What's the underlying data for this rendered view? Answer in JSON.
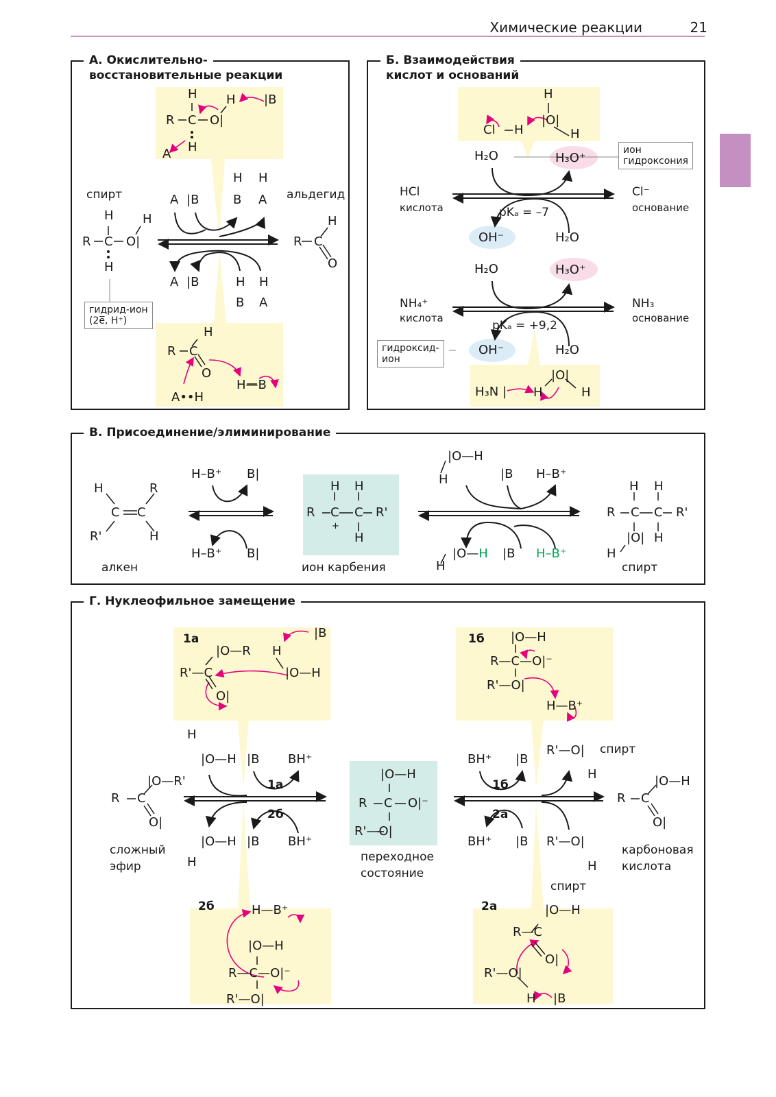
{
  "header": {
    "title": "Химические реакции",
    "page": "21"
  },
  "colors": {
    "accent": "#c48fc1",
    "highlight": "#fdf8d0",
    "teal": "#d3ece8",
    "arrow_magenta": "#e6007e",
    "green": "#00a651"
  },
  "panel_a": {
    "title_line1": "А. Окислительно-",
    "title_line2": "восстановительные реакции",
    "alcohol": "спирт",
    "aldehyde": "альдегид",
    "hydride_callout_line1": "гидрид-ион",
    "hydride_callout_line2": "(2e̅, H⁺)",
    "reagent_a": "A",
    "reagent_b": "|B",
    "product_ah": "A••H",
    "product_hb": "H—B"
  },
  "panel_b": {
    "title_line1": "Б. Взаимодействия",
    "title_line2": "кислот и оснований",
    "hcl": "HCl",
    "acid1": "кислота",
    "cl": "Cl⁻",
    "base1": "основание",
    "water": "H₂O",
    "hydronium": "H₃O⁺",
    "hydroxide": "OH⁻",
    "pka1": "pKₐ = –7",
    "callout_hydronium_1": "ион",
    "callout_hydronium_2": "гидроксония",
    "nh4": "NH₄⁺",
    "acid2": "кислота",
    "nh3": "NH₃",
    "base2": "основание",
    "pka2": "pKₐ = +9,2",
    "callout_hydroxide_1": "гидроксид-",
    "callout_hydroxide_2": "ион",
    "h3n": "H₃N"
  },
  "panel_v": {
    "title": "В. Присоединение/элиминирование",
    "alkene": "алкен",
    "carbenium": "ион карбения",
    "alcohol": "спирт",
    "hb_plus": "H–B⁺",
    "b_base": "B|"
  },
  "panel_g": {
    "title": "Г. Нуклеофильное замещение",
    "ester_line1": "сложный",
    "ester_line2": "эфир",
    "transition_line1": "переходное",
    "transition_line2": "состояние",
    "acid_line1": "карбоновая",
    "acid_line2": "кислота",
    "alcohol_top": "спирт",
    "alcohol_bottom": "спирт",
    "step_1a": "1а",
    "step_1b": "1б",
    "step_2a": "2а",
    "step_2b": "2б",
    "bh_plus": "BH⁺",
    "b_base": "|B"
  }
}
